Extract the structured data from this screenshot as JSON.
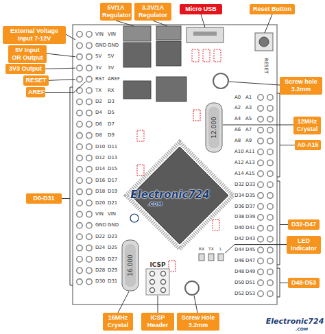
{
  "diagram": {
    "nodes": [
      {
        "text": [
          "5V/1A Regulator"
        ]
      },
      {
        "text": [
          "3.3V/1A Regulator"
        ]
      },
      {
        "text": [
          "Micro USB"
        ]
      },
      {
        "text": [
          "Reset Button"
        ]
      },
      {
        "text": [
          "External Voltage Input 7-12V"
        ]
      },
      {
        "text": [
          "5V Input OR Output"
        ]
      },
      {
        "text": [
          "3V3 Output"
        ]
      },
      {
        "text": [
          "RESET"
        ]
      },
      {
        "text": [
          "AREF"
        ]
      },
      {
        "text": [
          "Screw hole 3.2mm"
        ]
      },
      {
        "text": [
          "12MHz Crystal"
        ]
      },
      {
        "text": [
          "A0-A15"
        ]
      },
      {
        "text": [
          "D0-D31"
        ]
      },
      {
        "text": [
          "D32-D47"
        ]
      },
      {
        "text": [
          "LED Indicator"
        ]
      },
      {
        "text": [
          "D48-D53"
        ]
      },
      {
        "text": [
          "16MHz Crystal"
        ]
      },
      {
        "text": [
          "ICSP Header"
        ]
      },
      {
        "text": [
          "Screw Hole 3.2mm"
        ]
      }
    ],
    "labels": [
      "VIN",
      "VIN",
      "GND",
      "GND",
      "5V",
      "5V",
      "3V",
      "3V",
      "RST",
      "AREF",
      "TX",
      "RX",
      "D2",
      "D3",
      "D4",
      "D5",
      "D6",
      "D7",
      "D8",
      "D9",
      "D10",
      "D11",
      "D12",
      "D13",
      "D14",
      "D15",
      "D16",
      "D17",
      "D18",
      "D19",
      "D20",
      "D21",
      "VIN",
      "VIN",
      "GND",
      "GND",
      "D22",
      "D23",
      "D24",
      "D25",
      "D26",
      "D27",
      "D28",
      "D29",
      "D30",
      "D31",
      "A0",
      "A1",
      "A2",
      "A3",
      "A4",
      "A5",
      "A6",
      "A7",
      "A8",
      "A9",
      "A10",
      "A11",
      "A12",
      "A13",
      "A14",
      "A15",
      "D32",
      "D33",
      "D34",
      "D35",
      "D36",
      "D37",
      "D38",
      "D39",
      "D40",
      "D41",
      "D42",
      "D43",
      "D44",
      "D45",
      "D46",
      "D47",
      "D48",
      "D49",
      "D50",
      "D51",
      "D52",
      "D53",
      "RESET",
      "12.000",
      "16.000",
      "ICSP",
      "RX",
      "TX",
      "L",
      "Electronic724",
      ".COM",
      "Electronic724",
      ".COM"
    ]
  }
}
